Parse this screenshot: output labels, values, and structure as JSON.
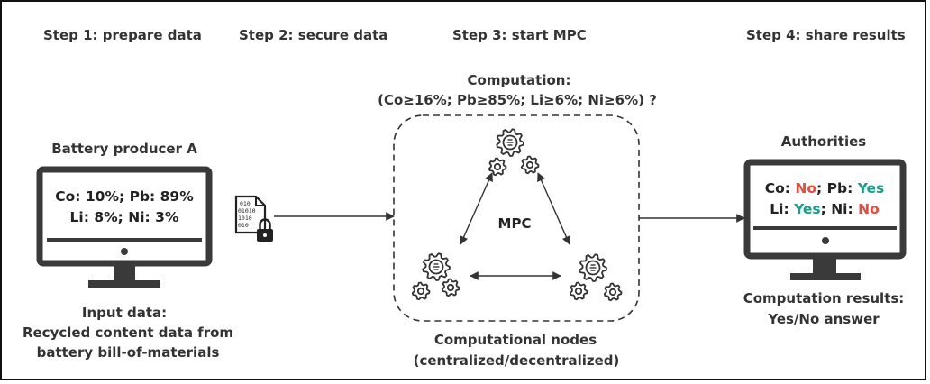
{
  "steps": {
    "step1": "Step 1: prepare data",
    "step2": "Step 2: secure data",
    "step3": "Step 3: start MPC",
    "step4": "Step 4: share results"
  },
  "computation": {
    "title": "Computation:",
    "condition": "(Co≥16%; Pb≥85%; Li≥6%; Ni≥6%) ?"
  },
  "producer": {
    "title": "Battery producer A",
    "screen_line1": "Co: 10%; Pb: 89%",
    "screen_line2": "Li: 8%; Ni: 3%",
    "caption_line1": "Input data:",
    "caption_line2": "Recycled content data from",
    "caption_line3": "battery bill-of-materials"
  },
  "secure_file_icon": {
    "icon": "encrypted-file-icon",
    "binary_lines": [
      "010",
      "01010",
      "1010",
      "010"
    ]
  },
  "mpc": {
    "label": "MPC",
    "caption_line1": "Computational nodes",
    "caption_line2": "(centralized/decentralized)"
  },
  "authorities": {
    "title": "Authorities",
    "co_label": "Co:",
    "co_value": "No",
    "pb_label": "; Pb:",
    "pb_value": "Yes",
    "li_label": "Li:",
    "li_value": "Yes",
    "ni_label": "; Ni:",
    "ni_value": "No",
    "caption_line1": "Computation results:",
    "caption_line2": "Yes/No answer"
  },
  "colors": {
    "no": "#e74c3c",
    "yes": "#16a085",
    "monitor": "#3a3a3a"
  }
}
